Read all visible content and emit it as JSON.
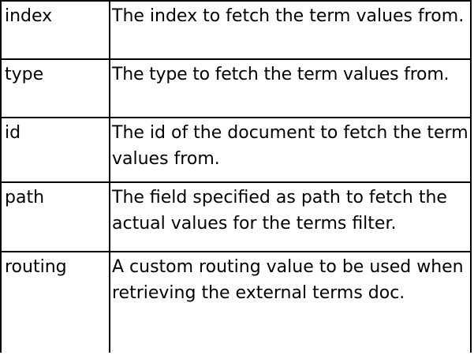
{
  "table": {
    "rows": [
      {
        "name": "index",
        "description": "The index to fetch the term values from."
      },
      {
        "name": "type",
        "description": "The type to fetch the term values from."
      },
      {
        "name": "id",
        "description": "The id of the document to fetch the term values from."
      },
      {
        "name": "path",
        "description": "The field specified as path to fetch the actual values for the terms filter."
      },
      {
        "name": "routing",
        "description": "A custom routing value to be used when retrieving the external terms doc."
      }
    ]
  }
}
